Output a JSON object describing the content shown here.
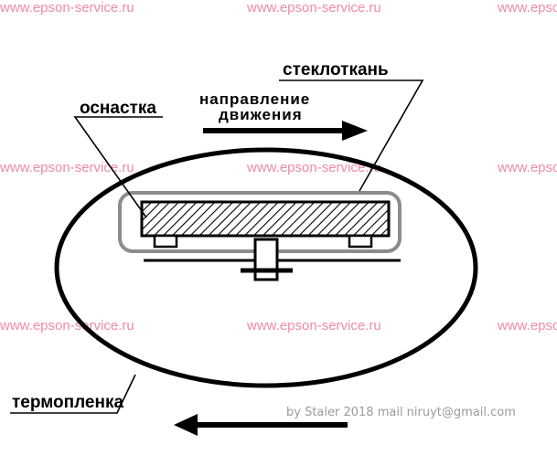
{
  "watermarks": {
    "row1": [
      "www.epson-service.ru",
      "www.epson-service.ru",
      "www.epson-service.ru"
    ],
    "row2": [
      "www.epson-service.ru",
      "www.epson-service.ru",
      "www.epson-service.ru"
    ],
    "row3": [
      "www.epson-service.ru",
      "www.epson-service.ru",
      "www.epson-service.ru"
    ]
  },
  "labels": {
    "fiberglass": "стеклоткань",
    "tooling": "оснастка",
    "direction_line1": "направление",
    "direction_line2": "движения",
    "thermal_film": "термопленка"
  },
  "credit": "by Staler 2018 mail niruyt@gmail.com",
  "colors": {
    "watermark": "#f08aa6",
    "outline": "#000000",
    "fiberglass_frame": "#8c8c8c"
  }
}
